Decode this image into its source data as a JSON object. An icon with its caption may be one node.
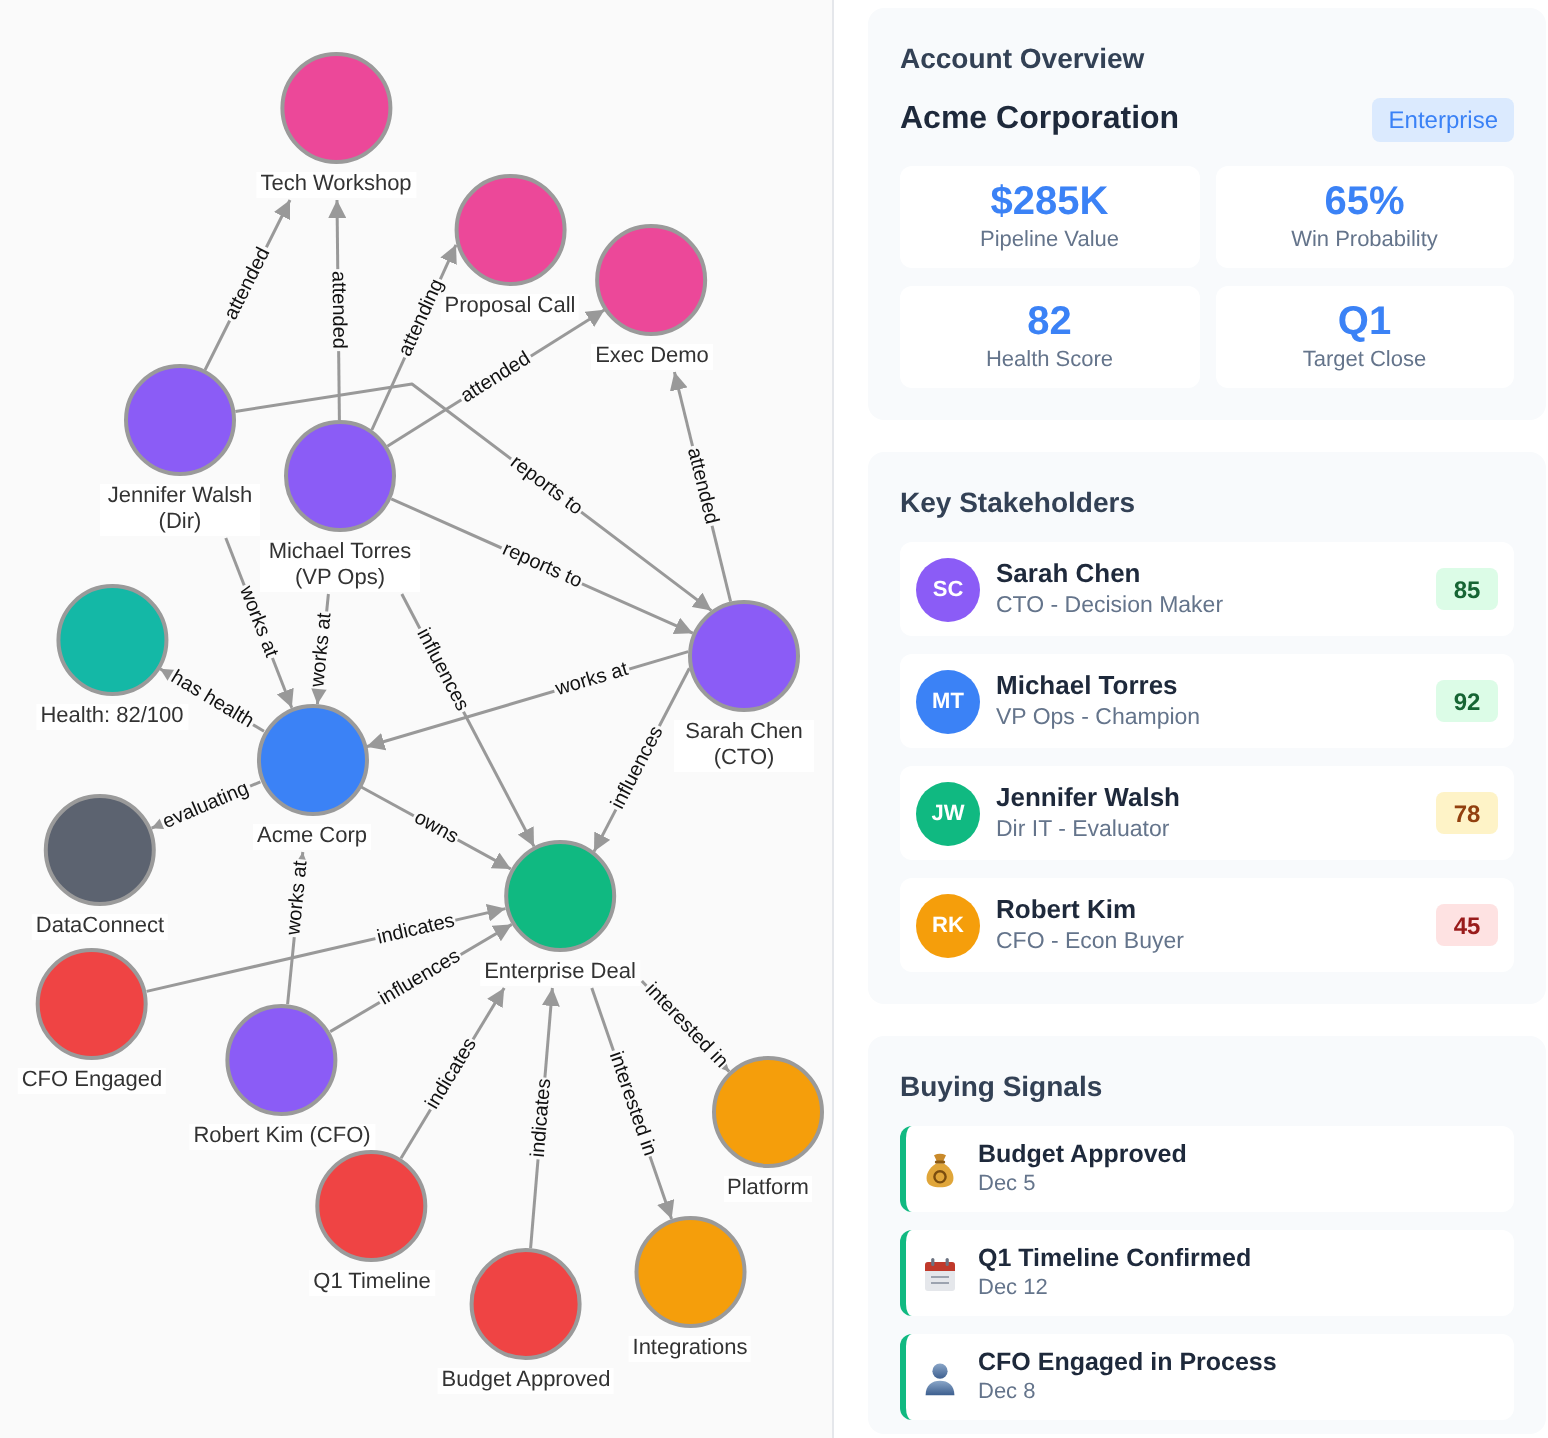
{
  "diagram": {
    "nodes": [
      {
        "text": [
          "Tech Workshop"
        ]
      },
      {
        "text": [
          "Proposal Call"
        ]
      },
      {
        "text": [
          "Exec Demo"
        ]
      },
      {
        "text": [
          "Jennifer Walsh (Dir)"
        ]
      },
      {
        "text": [
          "Michael Torres (VP Ops)"
        ]
      },
      {
        "text": [
          "Health: 82/100"
        ]
      },
      {
        "text": [
          "Acme Corp"
        ]
      },
      {
        "text": [
          "Sarah Chen (CTO)"
        ]
      },
      {
        "text": [
          "DataConnect"
        ]
      },
      {
        "text": [
          "Enterprise Deal"
        ]
      },
      {
        "text": [
          "CFO Engaged"
        ]
      },
      {
        "text": [
          "Robert Kim (CFO)"
        ]
      },
      {
        "text": [
          "Platform"
        ]
      },
      {
        "text": [
          "Q1 Timeline"
        ]
      },
      {
        "text": [
          "Budget Approved"
        ]
      },
      {
        "text": [
          "Integrations"
        ]
      },
      {
        "text": [
          "Account Overview",
          "Acme Corporation"
        ]
      },
      {
        "text": [
          "Enterprise"
        ],
        "in": 16
      },
      {
        "text": [
          "$285K",
          "Pipeline Value"
        ],
        "in": 16
      },
      {
        "text": [
          "65%",
          "Win Probability"
        ],
        "in": 16
      },
      {
        "text": [
          "82",
          "Health Score"
        ],
        "in": 16
      },
      {
        "text": [
          "Q1",
          "Target Close"
        ],
        "in": 16
      },
      {
        "text": [
          "Key Stakeholders"
        ]
      },
      {
        "text": [
          "Sarah Chen",
          "CTO - Decision Maker"
        ],
        "in": 22
      },
      {
        "text": [
          "SC"
        ],
        "in": 23
      },
      {
        "text": [
          "85"
        ],
        "in": 23
      },
      {
        "text": [
          "Michael Torres",
          "VP Ops - Champion"
        ],
        "in": 22
      },
      {
        "text": [
          "MT"
        ],
        "in": 26
      },
      {
        "text": [
          "92"
        ],
        "in": 26
      },
      {
        "text": [
          "Jennifer Walsh",
          "Dir IT - Evaluator"
        ],
        "in": 22
      },
      {
        "text": [
          "JW"
        ],
        "in": 29
      },
      {
        "text": [
          "78"
        ],
        "in": 29
      },
      {
        "text": [
          "Robert Kim",
          "CFO - Econ Buyer"
        ],
        "in": 22
      },
      {
        "text": [
          "RK"
        ],
        "in": 32
      },
      {
        "text": [
          "45"
        ],
        "in": 32
      },
      {
        "text": [
          "Buying Signals"
        ]
      },
      {
        "text": [
          "Budget Approved",
          "Dec 5"
        ],
        "in": 35
      },
      {
        "text": [
          "Q1 Timeline Confirmed",
          "Dec 12"
        ],
        "in": 35
      },
      {
        "text": [
          "CFO Engaged in Process",
          "Dec 8"
        ],
        "in": 35
      }
    ],
    "edges": [
      {
        "from": 3,
        "to": 0,
        "arrow": "to",
        "label": "attended"
      },
      {
        "from": 4,
        "to": 0,
        "arrow": "to",
        "label": "attended"
      },
      {
        "from": 4,
        "to": 1,
        "arrow": "to",
        "label": "attending"
      },
      {
        "from": 4,
        "to": 2,
        "arrow": "to",
        "label": "attended"
      },
      {
        "from": 7,
        "to": 2,
        "arrow": "to",
        "label": "attended"
      },
      {
        "from": 3,
        "to": 7,
        "arrow": "to",
        "label": "reports to"
      },
      {
        "from": 4,
        "to": 7,
        "arrow": "to",
        "label": "reports to"
      },
      {
        "from": 3,
        "to": 6,
        "arrow": "to",
        "label": "works at"
      },
      {
        "from": 4,
        "to": 6,
        "arrow": "to",
        "label": "works at"
      },
      {
        "from": 4,
        "to": 9,
        "arrow": "to",
        "label": "influences"
      },
      {
        "from": 7,
        "to": 6,
        "arrow": "to",
        "label": "works at"
      },
      {
        "from": 7,
        "to": 9,
        "arrow": "to",
        "label": "influences"
      },
      {
        "from": 6,
        "to": 5,
        "arrow": "to",
        "label": "has health"
      },
      {
        "from": 6,
        "to": 8,
        "arrow": "to",
        "label": "evaluating"
      },
      {
        "from": 6,
        "to": 9,
        "arrow": "to",
        "label": "owns"
      },
      {
        "from": 11,
        "to": 6,
        "arrow": "to",
        "label": "works at"
      },
      {
        "from": 10,
        "to": 9,
        "arrow": "to",
        "label": "indicates"
      },
      {
        "from": 11,
        "to": 9,
        "arrow": "to",
        "label": "influences"
      },
      {
        "from": 13,
        "to": 9,
        "arrow": "to",
        "label": "indicates"
      },
      {
        "from": 14,
        "to": 9,
        "arrow": "to",
        "label": "indicates"
      },
      {
        "from": 9,
        "to": 12,
        "arrow": "to",
        "label": "interested in"
      },
      {
        "from": 9,
        "to": 15,
        "arrow": "to",
        "label": "interested in"
      }
    ]
  }
}
